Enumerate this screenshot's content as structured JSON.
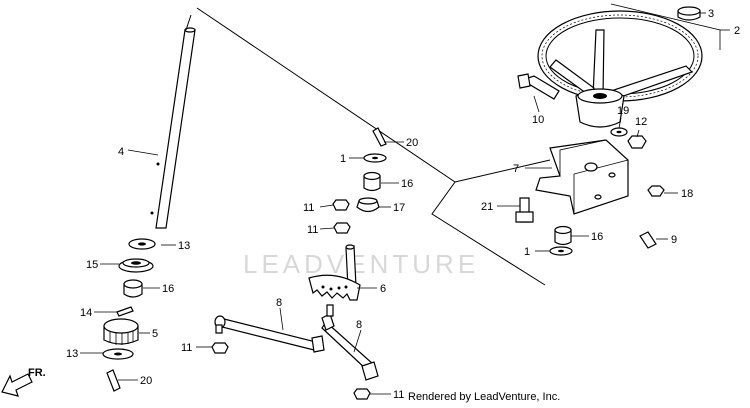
{
  "watermark": "LEADVENTURE",
  "credit": "Rendered by LeadVenture, Inc.",
  "direction_label": "FR.",
  "callouts": {
    "n1a": "1",
    "n1b": "1",
    "n2": "2",
    "n3": "3",
    "n4": "4",
    "n5": "5",
    "n6": "6",
    "n7": "7",
    "n8a": "8",
    "n8b": "8",
    "n9": "9",
    "n10": "10",
    "n11a": "11",
    "n11b": "11",
    "n11c": "11",
    "n11d": "11",
    "n12": "12",
    "n13a": "13",
    "n13b": "13",
    "n14": "14",
    "n15": "15",
    "n16a": "16",
    "n16b": "16",
    "n16c": "16",
    "n17": "17",
    "n18": "18",
    "n19": "19",
    "n20a": "20",
    "n20b": "20",
    "n21": "21"
  }
}
